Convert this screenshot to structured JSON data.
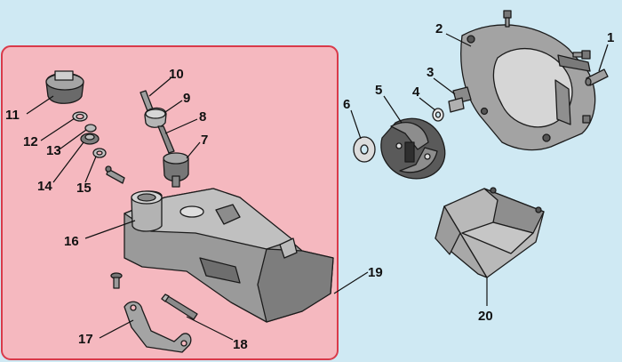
{
  "colors": {
    "background": "#cfe9f3",
    "panel_fill": "#f5b8bf",
    "panel_border": "#d93a4a",
    "part_gray": "#9a9a9a",
    "part_dark": "#5a5a5a",
    "part_light": "#c9c9c9"
  },
  "labels": {
    "p1": "1",
    "p2": "2",
    "p3": "3",
    "p4": "4",
    "p5": "5",
    "p6": "6",
    "p7": "7",
    "p8": "8",
    "p9": "9",
    "p10": "10",
    "p11": "11",
    "p12": "12",
    "p13": "13",
    "p14": "14",
    "p15": "15",
    "p16": "16",
    "p17": "17",
    "p18": "18",
    "p19": "19",
    "p20": "20"
  }
}
